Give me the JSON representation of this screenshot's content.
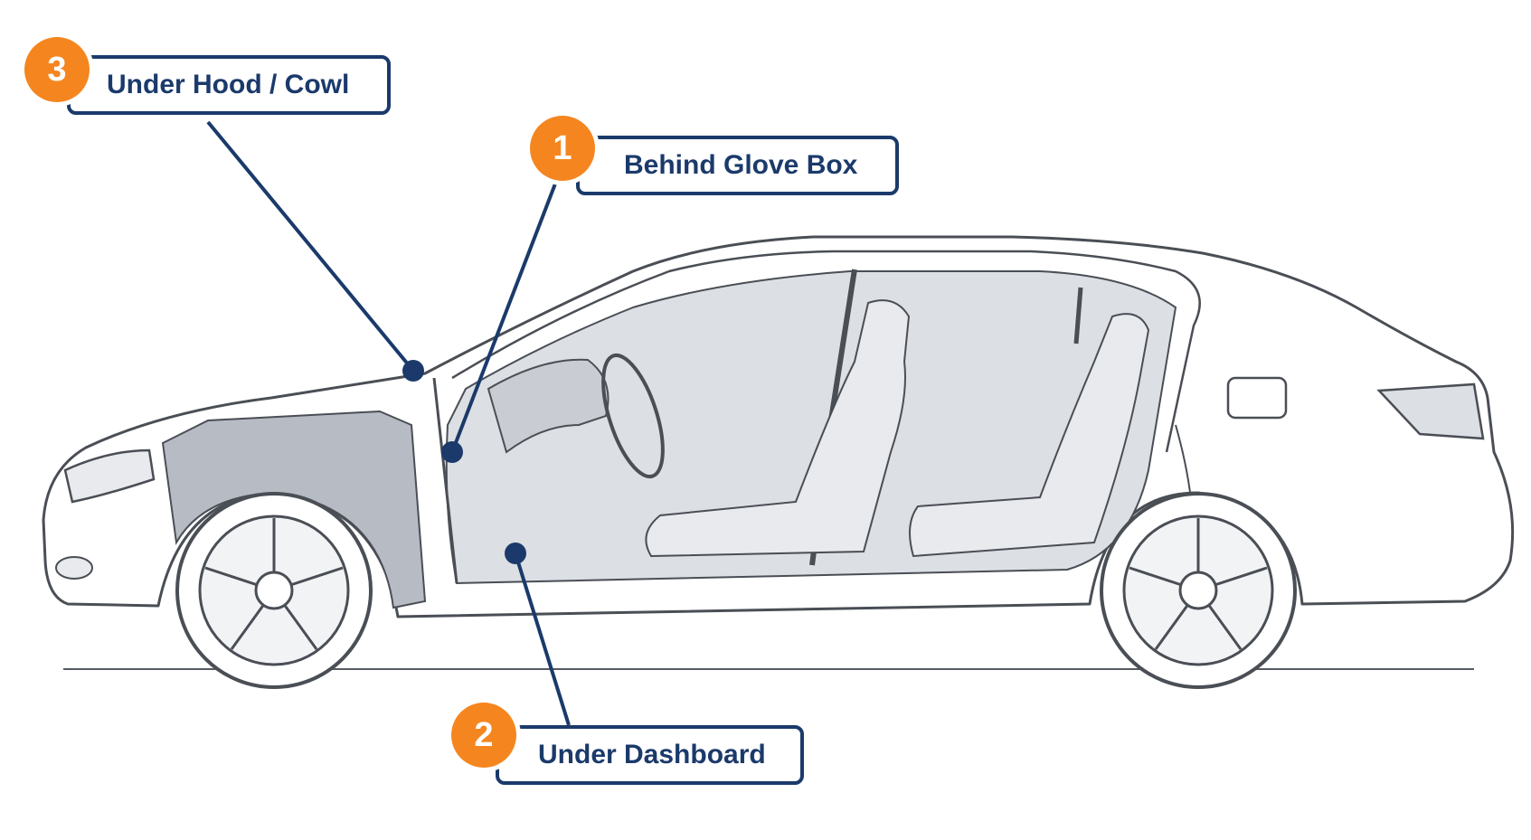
{
  "callouts": [
    {
      "number": "1",
      "label": "Behind Glove Box"
    },
    {
      "number": "2",
      "label": "Under Dashboard"
    },
    {
      "number": "3",
      "label": "Under Hood / Cowl"
    }
  ],
  "colors": {
    "accent": "#f5861f",
    "leader": "#1b3a6b",
    "outline": "#4a4e55",
    "interior": "#dcdfe3",
    "ground": "#555b63"
  },
  "icons": [
    "sedan-cutaway-illustration",
    "wheel-icon"
  ]
}
